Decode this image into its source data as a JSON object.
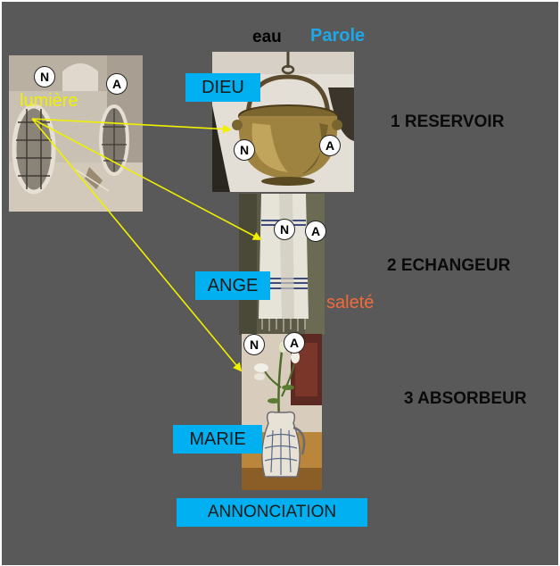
{
  "top_words": {
    "water": "eau",
    "word": "Parole"
  },
  "light_word": "lumière",
  "dirt_word": "saleté",
  "tags": {
    "god": "DIEU",
    "angel": "ANGE",
    "mary": "MARIE",
    "annunciation": "ANNONCIATION"
  },
  "stages": {
    "reservoir": "1 RESERVOIR",
    "exchanger": "2 ECHANGEUR",
    "absorber": "3 ABSORBEUR"
  },
  "badges": {
    "window_n": "N",
    "window_a": "A",
    "pot_n": "N",
    "pot_a": "A",
    "towel_n": "N",
    "towel_a": "A",
    "vase_n": "N",
    "vase_a": "A"
  },
  "colors": {
    "background": "#595959",
    "tag_fill": "#00b0f0",
    "arrow": "#f0f000",
    "parole_text": "#1fa8e8",
    "salete_text": "#f26b3a"
  }
}
